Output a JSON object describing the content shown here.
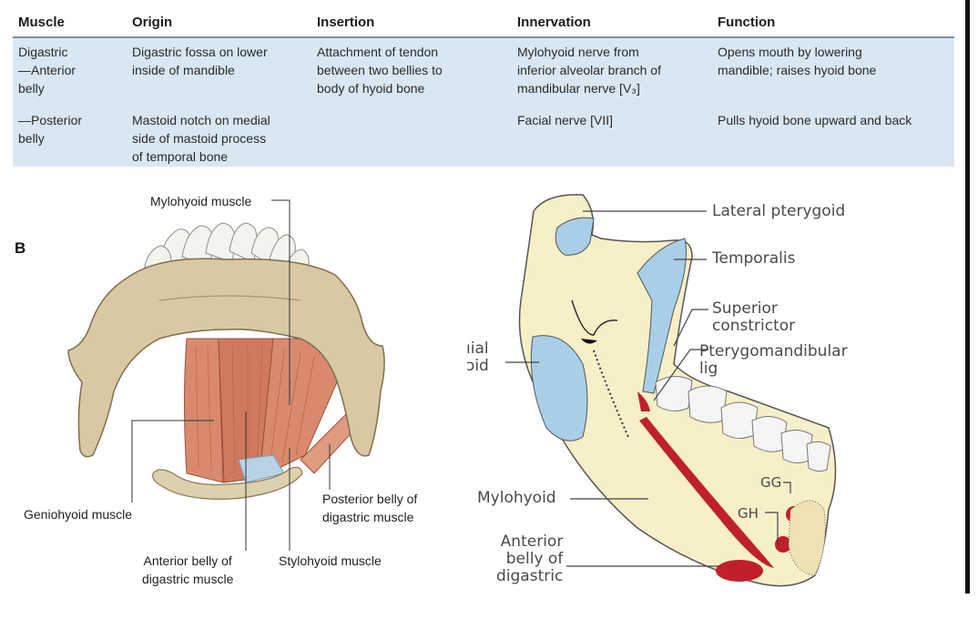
{
  "table": {
    "headers": {
      "muscle": "Muscle",
      "origin": "Origin",
      "insertion": "Insertion",
      "innervation": "Innervation",
      "function": "Function"
    },
    "rows": [
      {
        "muscle": "Digastric\n—Anterior\nbelly",
        "origin": "Digastric fossa on lower\ninside of mandible",
        "insertion": "Attachment of tendon\nbetween two bellies to\nbody of hyoid bone",
        "innervation": "Mylohyoid nerve from\ninferior alveolar branch of\nmandibular nerve [V₃]",
        "function": "Opens mouth by lowering\nmandible; raises hyoid bone"
      },
      {
        "muscle": "—Posterior\nbelly",
        "origin": "Mastoid notch on medial\nside of mastoid process\nof temporal bone",
        "insertion": "",
        "innervation": "Facial nerve [VII]",
        "function": "Pulls hyoid bone upward and back"
      }
    ]
  },
  "figure_left": {
    "panel_letter": "B",
    "labels": {
      "mylohyoid": "Mylohyoid muscle",
      "geniohyoid": "Geniohyoid muscle",
      "anterior_belly": "Anterior belly of\ndigastric muscle",
      "stylohyoid": "Stylohyoid muscle",
      "posterior_belly": "Posterior belly of\ndigastric muscle"
    }
  },
  "figure_right": {
    "labels": {
      "lateral_pterygoid": "Lateral pterygoid",
      "temporalis": "Temporalis",
      "superior_constrictor": "Superior\nconstrictor",
      "pterygomandibular": "Pterygomandibular\nlig",
      "medial_cut": "ıial\nɔid",
      "mylohyoid": "Mylohyoid",
      "anterior_belly": "Anterior\nbelly of\ndigastric",
      "gg": "GG",
      "gh": "GH"
    }
  },
  "colors": {
    "table_bg": "#d9e7f3",
    "bone": "#d8c8a4",
    "muscle": "#d98a6e",
    "muscle_red": "#c0202a",
    "pale_blue": "#a9cfe8",
    "jaw_cream": "#f7efc8"
  }
}
